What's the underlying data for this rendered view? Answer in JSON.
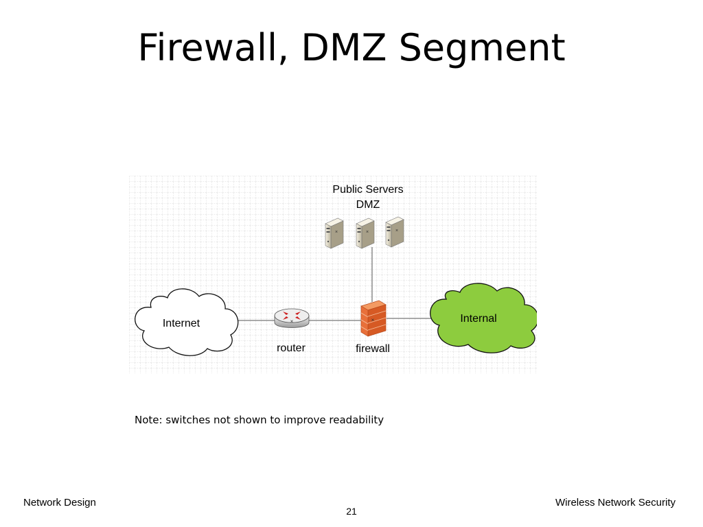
{
  "slide": {
    "title": "Firewall, DMZ Segment",
    "note": "Note: switches not shown to improve readability",
    "footer_left": "Network Design",
    "footer_right": "Wireless Network Security",
    "page_number": "21"
  },
  "diagram": {
    "dmz_label_line1": "Public Servers",
    "dmz_label_line2": "DMZ",
    "internet_label": "Internet",
    "router_label": "router",
    "firewall_label": "firewall",
    "internal_label": "Internal",
    "colors": {
      "internal_cloud": "#8dcc3e",
      "firewall": "#e8703a",
      "router_arrows": "#cc1f1f",
      "grid": "#c8c8c8"
    },
    "icons": [
      "server-icon",
      "server-icon",
      "server-icon",
      "router-icon",
      "firewall-icon",
      "cloud-icon",
      "cloud-icon"
    ]
  }
}
